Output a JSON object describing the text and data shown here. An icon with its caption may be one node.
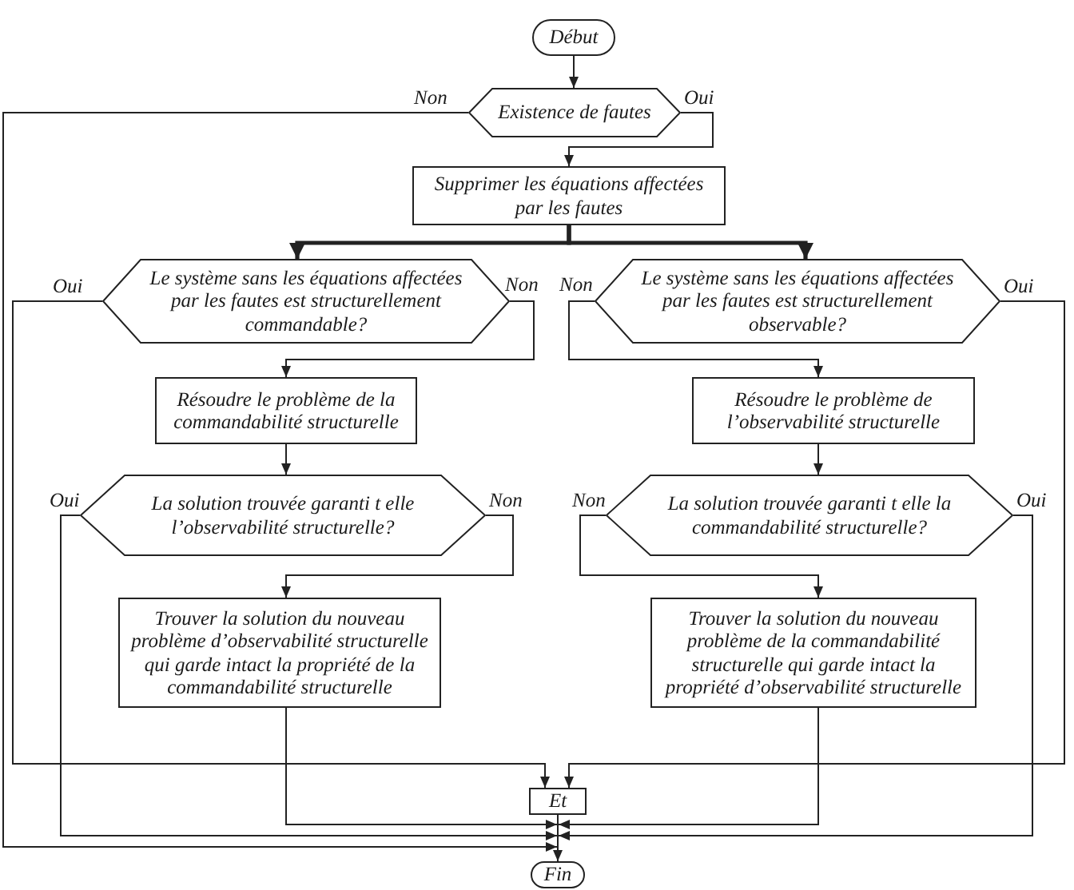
{
  "diagram": {
    "nodes": [
      {
        "text": [
          "Début"
        ]
      },
      {
        "text": [
          "Existence de fautes"
        ]
      },
      {
        "text": [
          "Supprimer les équations affectées par les fautes"
        ]
      },
      {
        "text": [
          "Le système sans les équations affectées par les fautes est structurellement commandable?"
        ]
      },
      {
        "text": [
          "Le système sans les équations affectées par les fautes est structurellement observable?"
        ]
      },
      {
        "text": [
          "Résoudre le problème de la commandabilité structurelle"
        ]
      },
      {
        "text": [
          "Résoudre le problème de l’observabilité structurelle"
        ]
      },
      {
        "text": [
          "La solution trouvée garanti t elle l’observabilité structurelle?"
        ]
      },
      {
        "text": [
          "La solution trouvée garanti t elle la commandabilité structurelle?"
        ]
      },
      {
        "text": [
          "Trouver la solution du nouveau problème d’observabilité structurelle qui garde intact la propriété de la commandabilité structurelle"
        ]
      },
      {
        "text": [
          "Trouver la solution du nouveau problème de la commandabilité structurelle qui garde intact la propriété d’observabilité structurelle"
        ]
      },
      {
        "text": [
          "Et"
        ]
      },
      {
        "text": [
          "Fin"
        ]
      }
    ],
    "edges": [
      {
        "from": 0,
        "to": 1,
        "arrow": "to"
      },
      {
        "from": 1,
        "to": 2,
        "arrow": "to",
        "label": "Oui"
      },
      {
        "from": 1,
        "to": 12,
        "arrow": "to",
        "label": "Non"
      },
      {
        "from": 2,
        "to": 3,
        "arrow": "to",
        "style": "thick"
      },
      {
        "from": 2,
        "to": 4,
        "arrow": "to",
        "style": "thick"
      },
      {
        "from": 3,
        "to": 5,
        "arrow": "to",
        "label": "Non"
      },
      {
        "from": 3,
        "to": 11,
        "arrow": "to",
        "label": "Oui"
      },
      {
        "from": 4,
        "to": 6,
        "arrow": "to",
        "label": "Non"
      },
      {
        "from": 4,
        "to": 11,
        "arrow": "to",
        "label": "Oui"
      },
      {
        "from": 5,
        "to": 7,
        "arrow": "to"
      },
      {
        "from": 6,
        "to": 8,
        "arrow": "to"
      },
      {
        "from": 7,
        "to": 9,
        "arrow": "to",
        "label": "Non"
      },
      {
        "from": 7,
        "to": 12,
        "arrow": "to",
        "label": "Oui"
      },
      {
        "from": 8,
        "to": 10,
        "arrow": "to",
        "label": "Non"
      },
      {
        "from": 8,
        "to": 12,
        "arrow": "to",
        "label": "Oui"
      },
      {
        "from": 9,
        "to": 12,
        "arrow": "to"
      },
      {
        "from": 10,
        "to": 12,
        "arrow": "to"
      },
      {
        "from": 11,
        "to": 12,
        "arrow": "to"
      }
    ]
  }
}
